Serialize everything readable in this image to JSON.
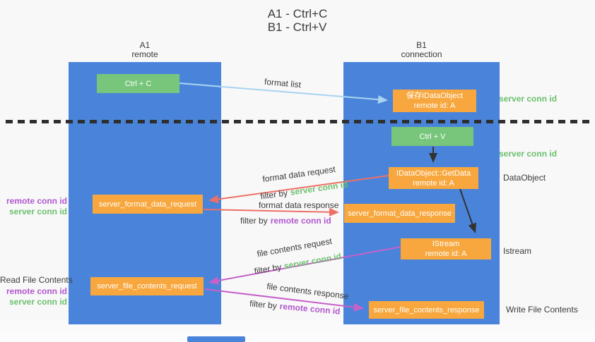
{
  "title": {
    "line1": "A1 - Ctrl+C",
    "line2": "B1 - Ctrl+V"
  },
  "lanes": {
    "left": {
      "title": "A1",
      "subtitle": "remote"
    },
    "right": {
      "title": "B1",
      "subtitle": "connection"
    }
  },
  "nodes": {
    "ctrl_c": {
      "label": "Ctrl + C"
    },
    "save_dataobject": {
      "line1": "保存IDataObject",
      "line2": "remote id: A"
    },
    "ctrl_v": {
      "label": "Ctrl + V"
    },
    "getdata": {
      "line1": "IDataObject::GetData",
      "line2": "remote id: A"
    },
    "format_request": {
      "label": "server_format_data_request"
    },
    "format_response": {
      "label": "server_format_data_response"
    },
    "istream": {
      "line1": "IStream",
      "line2": "remote id: A"
    },
    "file_request": {
      "label": "server_file_contents_request"
    },
    "file_response": {
      "label": "server_file_contents_response"
    }
  },
  "edges": {
    "format_list": {
      "label": "format list"
    },
    "format_data_request": {
      "label": "format data request",
      "filter_prefix": "filter by",
      "filter_key": "server conn id"
    },
    "format_data_response": {
      "label": "format data response",
      "filter_prefix": "filter by",
      "filter_key": "remote conn id"
    },
    "file_contents_request": {
      "label": "file contents request",
      "filter_prefix": "filter by",
      "filter_key": "server conn id"
    },
    "file_contents_response": {
      "label": "file contents response",
      "filter_prefix": "filter by",
      "filter_key": "remote conn id"
    }
  },
  "annotations": {
    "right_top_server_conn_id": "server conn id",
    "right_mid_server_conn_id": "server conn id",
    "dataobject": "DataObject",
    "istream": "Istream",
    "write_file_contents": "Write File Contents",
    "left_format_remote_conn_id": "remote conn id",
    "left_format_server_conn_id": "server conn id",
    "read_file_contents": "Read File Contents",
    "left_file_remote_conn_id": "remote conn id",
    "left_file_server_conn_id": "server conn id"
  },
  "colors": {
    "lane_blue": "#4a84da",
    "node_green": "#77c67b",
    "node_orange": "#f7a73d",
    "arrow_blue": "#a9d4f0",
    "arrow_red": "#ed7066",
    "arrow_purple": "#c661c9",
    "arrow_black": "#333333",
    "text_green": "#6cc06c",
    "text_purple": "#b157ce",
    "text_dark": "#3a3a3a"
  }
}
